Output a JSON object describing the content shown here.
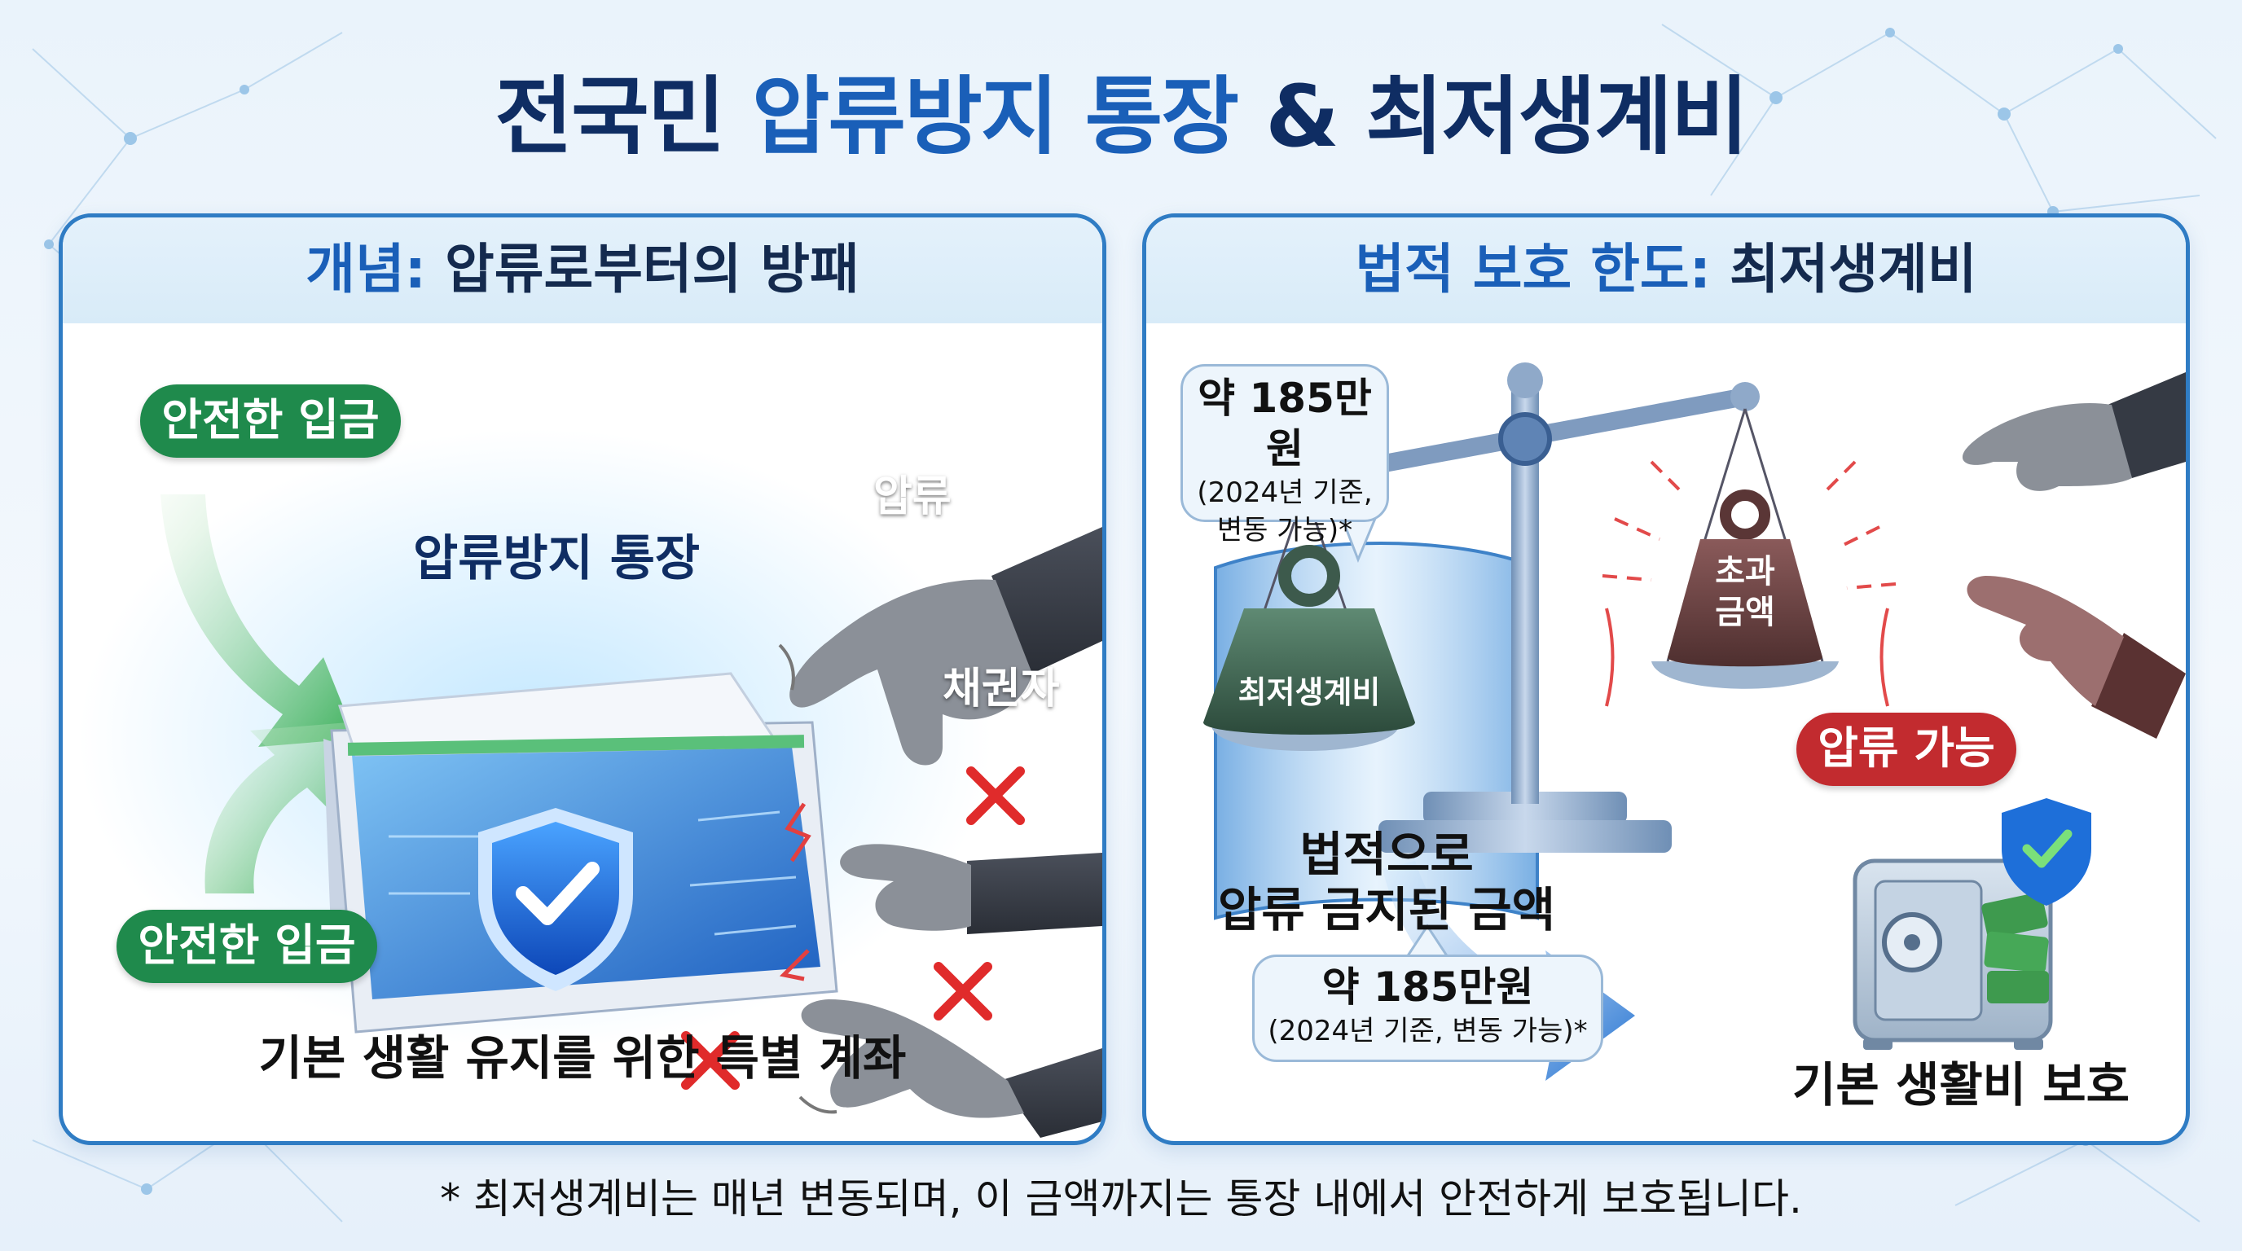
{
  "title": {
    "part1": "전국민 ",
    "highlight": "압류방지 통장",
    "part2": " & 최저생계비"
  },
  "left_panel": {
    "header": {
      "highlight": "개념:",
      "text": " 압류로부터의 방패"
    },
    "deposit_top": "안전한 입금",
    "deposit_bottom": "안전한 입금",
    "passbook_label": "압류방지 통장",
    "hand_top_label": "압류",
    "hand_mid_label": "채권자",
    "caption": "기본 생활 유지를 위한 특별 계좌"
  },
  "right_panel": {
    "header": {
      "highlight": "법적 보호 한도:",
      "text": " 최저생계비"
    },
    "bubble_top": {
      "amount": "약 185만원",
      "note_line1": "(2024년 기준,",
      "note_line2": "변동 가능)*"
    },
    "weight_left_label": "최저생계비",
    "weight_right_line1": "초과",
    "weight_right_line2": "금액",
    "seizable_label": "압류 가능",
    "protected_caption_line1": "법적으로",
    "protected_caption_line2": "압류 금지된 금액",
    "bubble_bottom": {
      "amount": "약 185만원",
      "note": "(2024년 기준, 변동 가능)*"
    },
    "safe_caption": "기본 생활비 보호"
  },
  "footnote": "* 최저생계비는 매년 변동되며, 이 금액까지는 통장 내에서 안전하게 보호됩니다.",
  "colors": {
    "title_dark": "#0f2d63",
    "title_blue": "#1a5fb8",
    "panel_border": "#2f7cc4",
    "green_pill": "#1f8a4c",
    "red_pill": "#c22b2f",
    "shield_blue": "#1e6fd9"
  },
  "icons": [
    "shield-check-icon",
    "x-mark-icon",
    "arrow-icon",
    "balance-scale-icon",
    "weight-icon",
    "safe-icon",
    "money-icon",
    "hand-icon"
  ]
}
